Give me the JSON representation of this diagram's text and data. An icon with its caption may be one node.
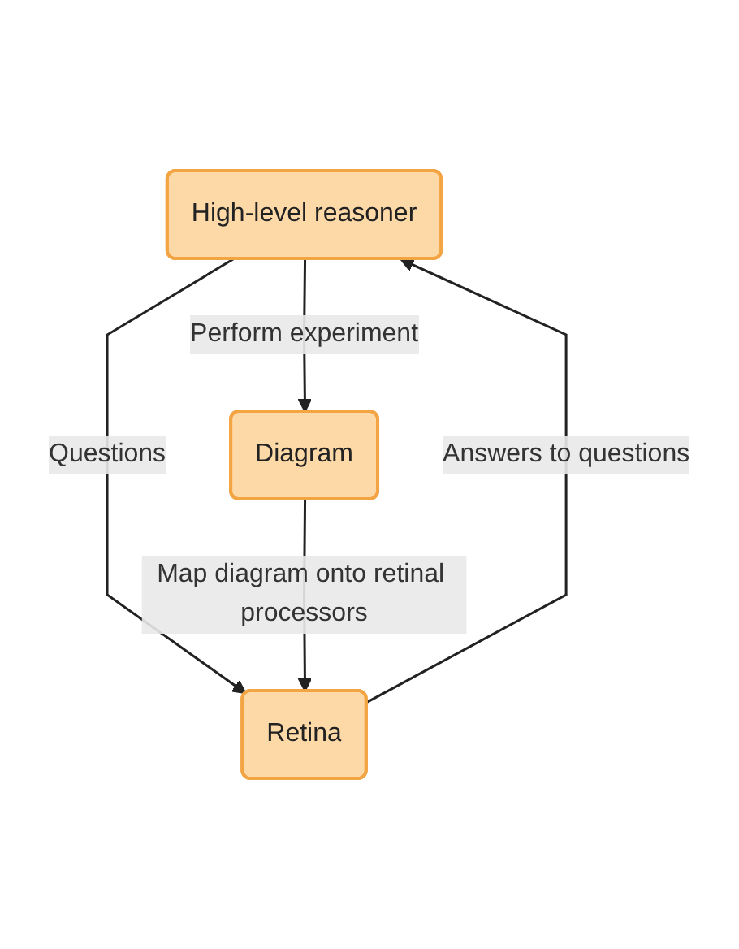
{
  "diagram": {
    "nodes": [
      {
        "text": [
          "High-level reasoner"
        ]
      },
      {
        "text": [
          "Retina"
        ]
      },
      {
        "text": [
          "Diagram"
        ]
      }
    ],
    "edges": [
      {
        "from": 0,
        "to": 1,
        "arrow": "to",
        "label": "Questions"
      },
      {
        "from": 1,
        "to": 0,
        "arrow": "to",
        "label": "Answers to questions"
      },
      {
        "from": 0,
        "to": 2,
        "arrow": "to",
        "label": "Perform experiment"
      },
      {
        "from": 2,
        "to": 1,
        "arrow": "to",
        "label": "Map diagram onto retinal processors"
      }
    ]
  }
}
